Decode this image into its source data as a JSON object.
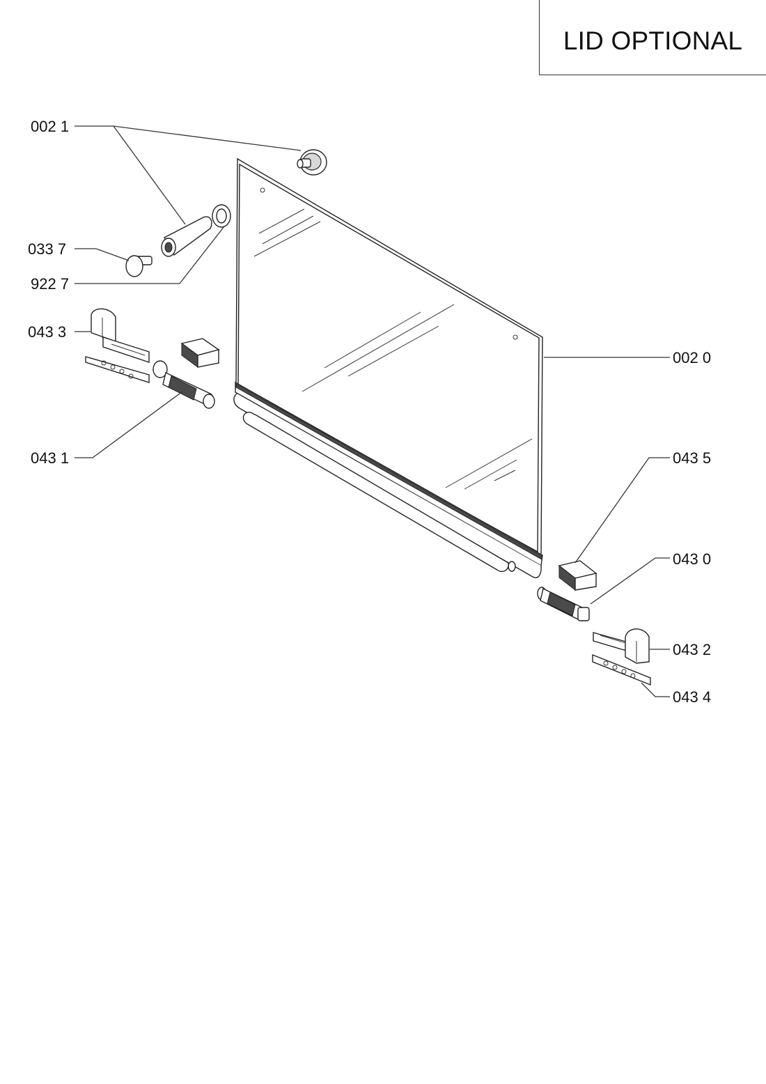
{
  "title": "LID OPTIONAL",
  "callouts": {
    "c0021": "002 1",
    "c0337": "033 7",
    "c9227": "922 7",
    "c0433": "043 3",
    "c0431": "043 1",
    "c0020": "002 0",
    "c0435": "043 5",
    "c0430": "043 0",
    "c0432": "043 2",
    "c0434": "043 4"
  }
}
